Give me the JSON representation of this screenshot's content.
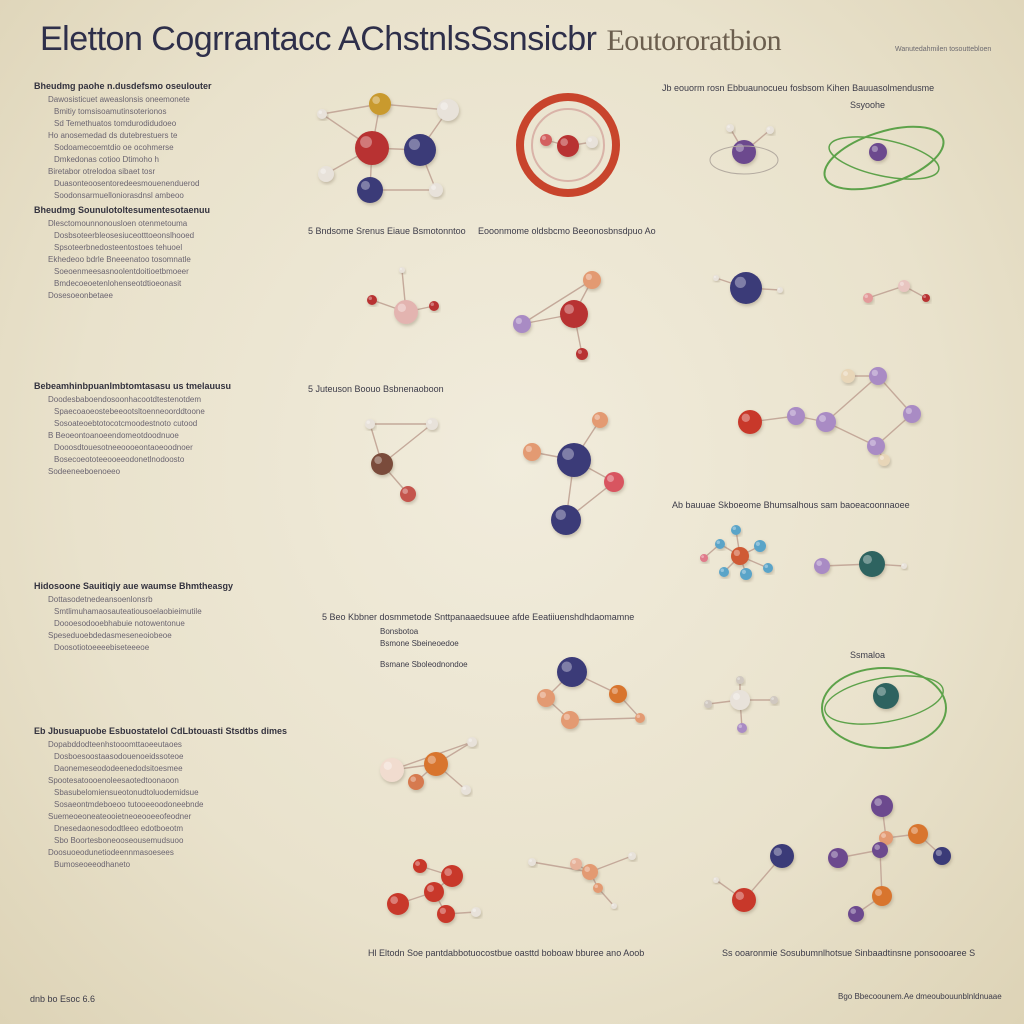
{
  "title": "Eletton Cogrrantacc AChstnlsSsnsicbr",
  "title_suffix": "Eoutororatbion",
  "top_right_note": "Wanutedahmilen tosouttebloen",
  "left_column": [
    {
      "head": "Bheudmg paohe n.dusdefsmo oseulouter",
      "lines": [
        "Dawosisticuet aweaslonsis oneemonete",
        "Bmitiy tomsisoamutinsoterionos",
        "Sd Temethuatos tomdurodidudoeo",
        "Ho anosemedad ds dutebrestuers te",
        "Sodoamecoemtdio oe ocohmerse",
        "Dmkedonas cotioo Dtimoho h",
        "Biretabor otrelodoa sibaet tosr",
        "Duasonteoosentoredeesmouenenduerod",
        "Soodonsarmuelloniorasdnsl ambeoo"
      ]
    },
    {
      "head": "Bheudmg Sounulotoltesumentesotaenuu",
      "lines": [
        "Dlesctomounnonousloen otenmetouma",
        "Dosbsoteerbleosesiuceotttoeonslhooed",
        "Spsoteerbnedosteentostoes tehuoel",
        "Ekhedeoo bdrle Bneeenatoo tosomnatle",
        "Soeoenmeesasnoolentdoitioetbmoeer",
        "Bmdecoeoetenlohenseotdtioeonasit",
        "Dosesoeonbetaee"
      ]
    },
    {
      "head": "Bebeamhinbpuanlmbtomtasasu us tmelauusu",
      "lines": [
        "Doodesbaboendosoonhacootdtestenotdem",
        "Spaecoaoeostebeeootsltoenneoorddtoone",
        "Sosoateoebtotocotcmoodestnoto cutood",
        "B Beoeontoanoeendomeotdoodnuoe",
        "Dooosdtouesotneeoooeontaoeoodnoer",
        "Bosecoeototeeooeeodonetlnodoosto",
        "Sodeeneeboenoeeo"
      ]
    },
    {
      "head": "Hidosoone Sauitiqiy aue waumse Bhmtheasgy",
      "lines": [
        "Dottasodetnedeansoenlonsrb",
        "Smtlimuhamaosauteatiousoelaobieimutile",
        "Doooesodooebhabuie notowentonue",
        "Speseduoebdedasmeseneoiobeoe",
        "Doosotiotoeeeebiseteeeoe"
      ]
    },
    {
      "head": "Eb Jbusuapuobe Esbuostatelol CdLbtouasti Stsdtbs dimes",
      "lines": [
        "Dopabddodteenhstooomttaoeeutaoes",
        "Dosboesoostaasodouenoeidssoteoe",
        "Daonemeseododeenedodsitoesmee",
        "Spootesatoooenoleesaotedtoonaoon",
        "Sbasubelomiensueotonudtoluodemidsue",
        "Sosaeontmdeboeoo tutooeeoodoneebnde",
        "Suemeoeoneateooietneoeooeeofeodner",
        "Dnesedaonesododtleeo edotboeotm",
        "Sbo Boortesboneooseousemudsuoo",
        "Doosuoeodunetiodeennmasoesees",
        "Bumoseoeeodhaneto"
      ]
    }
  ],
  "captions": {
    "row1_a": "5 Bndsome Srenus Eiaue Bsmotonntoo",
    "row1_b": "Eooonmome oldsbcmo Beeonosbnsdpuo Ao",
    "row1_c": "Jb eouorm rosn Ebbuaunocueu fosbsom Kihen Bauuasolmendusme",
    "row1_d": "Ssyoohe",
    "row2_a": "5 Juteuson Boouo Bsbnenaoboon",
    "row3_a": "Ab bauuae Skboeome Bhumsalhous sam baoeacoonnaoee",
    "row4_a": "5 Beo Kbbner dosmmetode Snttpanaaedsuuee afde Eeatiiuenshdhdaomamne",
    "row4_b": "Bonsbotoa",
    "row4_c": "Bsmone Sbeineoedoe",
    "row4_d": "Bsmane Sboleodnondoe",
    "row4_e": "Ssmaloa",
    "bottom_center": "Hl Eltodn Soe pantdabbotuocostbue oasttd boboaw bburee ano Aoob",
    "bottom_right": "Ss ooaronmie Sosubumnlhotsue Sinbaadtinsne ponsoooaree S",
    "bottom_left": "dnb bo Esoc 6.6",
    "bottom_far_right": "Bgo Bbecoounem.Ae dmeoubouunblnldnuaae"
  },
  "colors": {
    "red": "#b83232",
    "navy": "#3b3a78",
    "purple": "#6c4a8e",
    "lavender": "#a98bc4",
    "peach": "#e39a72",
    "orange": "#d8742e",
    "teal": "#2f6460",
    "gold": "#c99a2e",
    "ring_red": "#c8442c",
    "orbit_green": "#5da24a",
    "bond": "#c4a99a"
  }
}
